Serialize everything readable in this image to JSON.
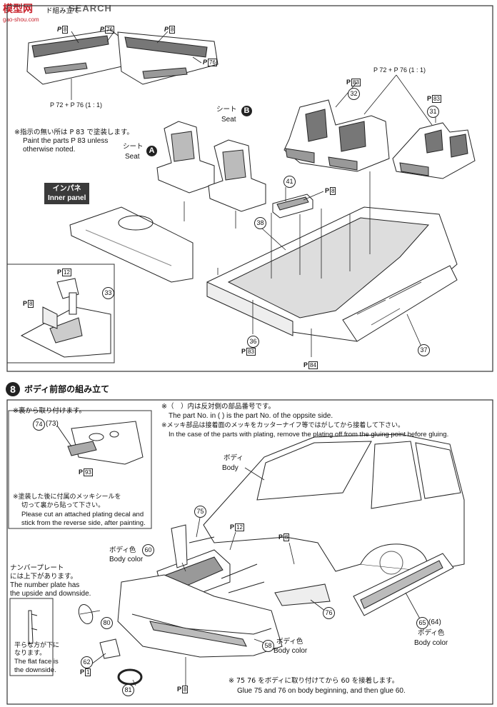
{
  "watermark": {
    "logo": "模型网",
    "search": "SEARCH",
    "url": "gao-shou.com"
  },
  "top": {
    "title_partial": "ド組み立て",
    "door_parts": [
      "P",
      "P",
      "P",
      "P"
    ],
    "door_part_codes": [
      "8",
      "76",
      "8",
      "76"
    ],
    "ratio_label": "P 72 + P 76 (1 : 1)",
    "ratio_label_right": "P 72 + P 76 (1 : 1)",
    "note_jp": "※指示の無い所は P 83 で塗装します。",
    "note_en_1": "Paint the parts P 83 unless",
    "note_en_2": "otherwise noted.",
    "seat_b_jp": "シート",
    "seat_b_en": "Seat",
    "seat_b_letter": "B",
    "seat_a_jp": "シート",
    "seat_a_en": "Seat",
    "seat_a_letter": "A",
    "inner_panel_jp": "インパネ",
    "inner_panel_en": "Inner panel",
    "part_numbers": [
      "32",
      "31",
      "41",
      "38",
      "33",
      "36",
      "37"
    ],
    "paint_codes": [
      "83",
      "83",
      "8",
      "12",
      "8",
      "83",
      "84"
    ]
  },
  "step8": {
    "number": "8",
    "title": "ボディ前部の組み立て",
    "side_note_jp": "※裏から取り付けます。",
    "parts_74_73": [
      "74",
      "73"
    ],
    "paint_93": "93",
    "decal_jp_1": "※塗装した後に付属のメッキシールを",
    "decal_jp_2": "切って裏から貼って下さい。",
    "decal_en_1": "Please cut an attached plating decal and",
    "decal_en_2": "stick from the reverse side, after painting.",
    "note1_jp": "※（　）内は反対側の部品番号です。",
    "note1_en": "The part No. in (    ) is the part No. of the oppsite side.",
    "note2_jp": "※メッキ部品は接着面のメッキをカッターナイフ等ではがしてから接着して下さい。",
    "note2_en": "In the case of the parts with plating, remove the plating off from the gluing point before gluing.",
    "body_jp": "ボディ",
    "body_en": "Body",
    "body_color_jp": "ボディ色",
    "body_color_en": "Body color",
    "plate_jp_1": "ナンバープレート",
    "plate_jp_2": "には上下があります。",
    "plate_en_1": "The number plate has",
    "plate_en_2": "the upside and downside.",
    "flat_jp_1": "平らな方が下に",
    "flat_jp_2": "なります。",
    "flat_en_1": "The flat face is",
    "flat_en_2": "the downside.",
    "part_numbers": [
      "75",
      "60",
      "80",
      "62",
      "81",
      "58",
      "76",
      "65",
      "64"
    ],
    "paint_codes": [
      "12",
      "8",
      "1",
      "8"
    ],
    "glue_jp": "※ 75 76 をボディに取り付けてから 60 を接着します。",
    "glue_en": "Glue 75 and 76 on body beginning, and then glue 60."
  }
}
